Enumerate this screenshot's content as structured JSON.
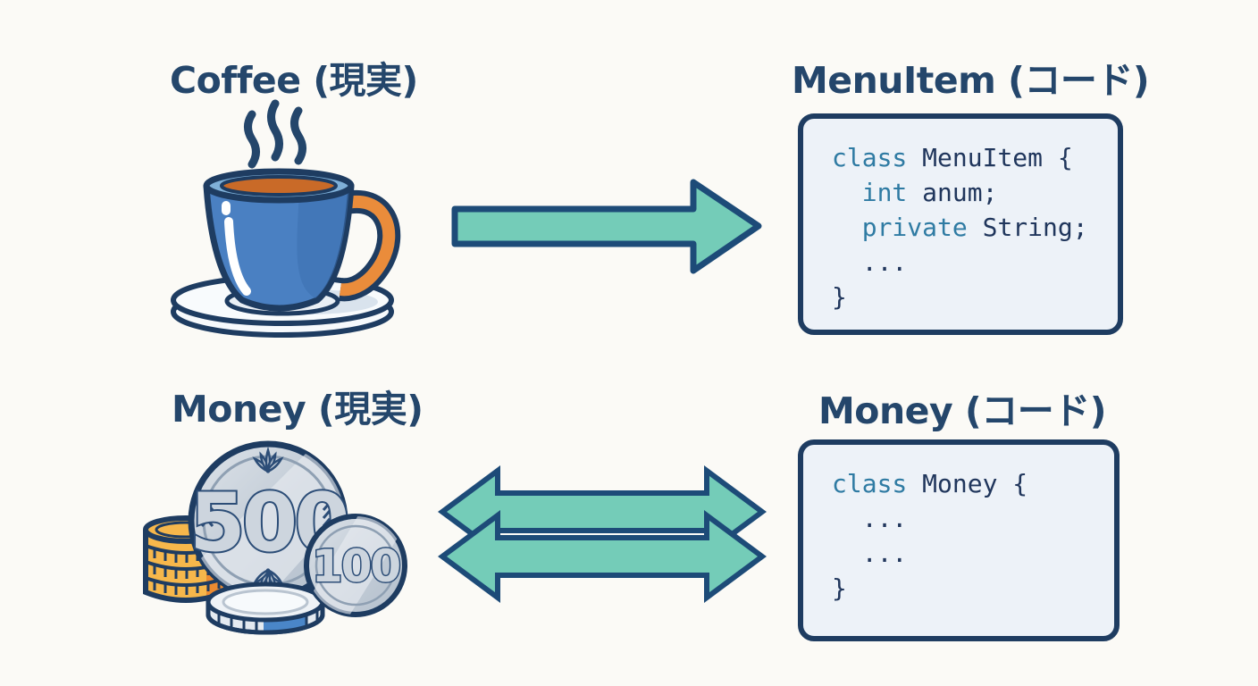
{
  "diagram": {
    "left_top": {
      "title": "Coffee (現実)"
    },
    "right_top": {
      "title": "MenuItem (コード)"
    },
    "left_bottom": {
      "title": "Money (現実)"
    },
    "right_bottom": {
      "title": "Money (コード)"
    }
  },
  "code_blocks": [
    {
      "name": "MenuItem",
      "lines": [
        "class MenuItem {",
        "  int anum;",
        "  private String;",
        "  ...",
        "}"
      ],
      "keywords": [
        "class",
        "int",
        "private"
      ]
    },
    {
      "name": "Money",
      "lines": [
        "class Money {",
        "  ...",
        "  ...",
        "}"
      ],
      "keywords": [
        "class"
      ]
    }
  ],
  "coins": {
    "large_value": "500",
    "small_value": "100"
  },
  "icons": {
    "coffee_cup": "steaming-blue-coffee-cup-on-saucer",
    "coins": "yen-coins-500-100-with-stacks",
    "arrow_top": "one-way-right-arrow",
    "arrows_bottom": "two-double-headed-arrows"
  },
  "colors": {
    "background": "#fbfaf6",
    "title_navy": "#24466b",
    "outline_navy": "#1e3c61",
    "code_bg": "#edf2f8",
    "code_keyword": "#2f7ba3",
    "code_text": "#20365c",
    "arrow_fill": "#74ccb8",
    "arrow_stroke": "#1d4b78",
    "cup_blue": "#4a80c2",
    "cup_rim_blue": "#7fb0d8",
    "coffee_orange": "#c96a28",
    "handle_orange": "#ea8c3b",
    "coin_silver": "#ccd5de",
    "coin_gold": "#f6b74b",
    "coin_gold_shade": "#ec8b31",
    "coin_blue_segment": "#4a86c8"
  }
}
